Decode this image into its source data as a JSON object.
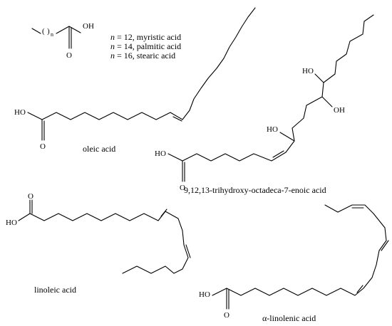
{
  "generic_fatty_acid": {
    "atoms": {
      "oh": "OH",
      "o": "O",
      "n_sub": "n",
      "paren_open": "(",
      "paren_close": ")"
    },
    "legend": [
      {
        "var": "n",
        "text": " = 12, myristic acid"
      },
      {
        "var": "n",
        "text": " = 14, palmitic acid"
      },
      {
        "var": "n",
        "text": " = 16, stearic acid"
      }
    ]
  },
  "molecules": {
    "oleic": {
      "name": "oleic acid",
      "oh": "HO",
      "o": "O"
    },
    "trihydroxy": {
      "name": "9,12,13-trihydroxy-octadeca-7-enoic acid",
      "oh": "HO",
      "o": "O",
      "oh9": "HO",
      "oh12": "OH",
      "oh13": "HO"
    },
    "linoleic": {
      "name": "linoleic acid",
      "oh": "HO",
      "o": "O"
    },
    "alinolenic": {
      "name": "α-linolenic acid",
      "oh": "HO",
      "o": "O"
    }
  }
}
